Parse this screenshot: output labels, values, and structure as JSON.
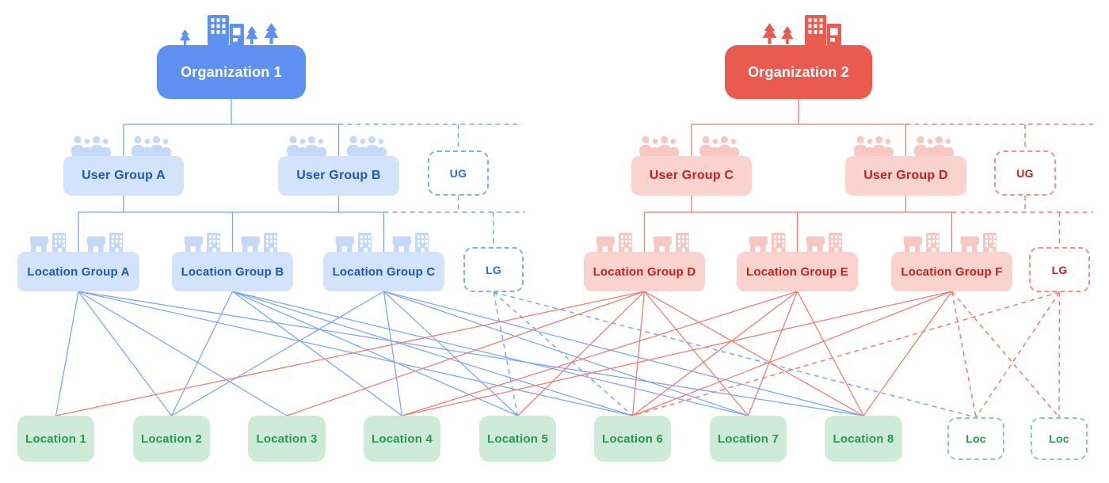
{
  "colors": {
    "blue_box": "#5d90f0",
    "blue_light": "#d3e3fc",
    "blue_text": "#185abc",
    "blue_line": "#7ba6f3",
    "blue_icon": "#c4d9fa",
    "red_box": "#e85b4e",
    "red_light": "#fad3ce",
    "red_text": "#c5221f",
    "red_line": "#ee7c70",
    "red_icon": "#f7c8c2",
    "green_box": "#ceead8",
    "green_text": "#28994f"
  },
  "nodes": [
    {
      "id": "org1",
      "label": "Organization 1",
      "theme": "blue",
      "kind": "org"
    },
    {
      "id": "ugA",
      "label": "User Group A",
      "theme": "blue",
      "kind": "group",
      "sub": "ug"
    },
    {
      "id": "ugB",
      "label": "User Group B",
      "theme": "blue",
      "kind": "group",
      "sub": "ug"
    },
    {
      "id": "ugDash1",
      "label": "UG",
      "theme": "blue",
      "kind": "dashed"
    },
    {
      "id": "lgA",
      "label": "Location Group A",
      "theme": "blue",
      "kind": "group",
      "sub": "lg"
    },
    {
      "id": "lgB",
      "label": "Location Group B",
      "theme": "blue",
      "kind": "group",
      "sub": "lg"
    },
    {
      "id": "lgC",
      "label": "Location Group C",
      "theme": "blue",
      "kind": "group",
      "sub": "lg"
    },
    {
      "id": "lgDash1",
      "label": "LG",
      "theme": "blue",
      "kind": "dashed"
    },
    {
      "id": "org2",
      "label": "Organization 2",
      "theme": "red",
      "kind": "org"
    },
    {
      "id": "ugC",
      "label": "User Group C",
      "theme": "red",
      "kind": "group",
      "sub": "ug"
    },
    {
      "id": "ugD",
      "label": "User Group D",
      "theme": "red",
      "kind": "group",
      "sub": "ug"
    },
    {
      "id": "ugDash2",
      "label": "UG",
      "theme": "red",
      "kind": "dashed"
    },
    {
      "id": "lgD",
      "label": "Location Group D",
      "theme": "red",
      "kind": "group",
      "sub": "lg"
    },
    {
      "id": "lgE",
      "label": "Location Group E",
      "theme": "red",
      "kind": "group",
      "sub": "lg"
    },
    {
      "id": "lgF",
      "label": "Location Group F",
      "theme": "red",
      "kind": "group",
      "sub": "lg"
    },
    {
      "id": "lgDash2",
      "label": "LG",
      "theme": "red",
      "kind": "dashed"
    },
    {
      "id": "loc1",
      "label": "Location 1",
      "theme": "green",
      "kind": "loc"
    },
    {
      "id": "loc2",
      "label": "Location 2",
      "theme": "green",
      "kind": "loc"
    },
    {
      "id": "loc3",
      "label": "Location 3",
      "theme": "green",
      "kind": "loc"
    },
    {
      "id": "loc4",
      "label": "Location 4",
      "theme": "green",
      "kind": "loc"
    },
    {
      "id": "loc5",
      "label": "Location 5",
      "theme": "green",
      "kind": "loc"
    },
    {
      "id": "loc6",
      "label": "Location 6",
      "theme": "green",
      "kind": "loc"
    },
    {
      "id": "loc7",
      "label": "Location 7",
      "theme": "green",
      "kind": "loc"
    },
    {
      "id": "loc8",
      "label": "Location 8",
      "theme": "green",
      "kind": "loc"
    },
    {
      "id": "locDash1",
      "label": "Loc",
      "theme": "green",
      "kind": "dashed"
    },
    {
      "id": "locDash2",
      "label": "Loc",
      "theme": "green",
      "kind": "dashed"
    }
  ],
  "hierarchy": [
    {
      "parents": [
        "org1"
      ],
      "dashed_parents": [],
      "children": [
        "ugA",
        "ugB"
      ],
      "dashed_children": [
        "ugDash1"
      ],
      "theme": "blue"
    },
    {
      "parents": [
        "ugA",
        "ugB"
      ],
      "dashed_parents": [
        "ugDash1"
      ],
      "children": [
        "lgA",
        "lgB",
        "lgC"
      ],
      "dashed_children": [
        "lgDash1"
      ],
      "theme": "blue"
    },
    {
      "parents": [
        "org2"
      ],
      "dashed_parents": [],
      "children": [
        "ugC",
        "ugD"
      ],
      "dashed_children": [
        "ugDash2"
      ],
      "theme": "red"
    },
    {
      "parents": [
        "ugC",
        "ugD"
      ],
      "dashed_parents": [
        "ugDash2"
      ],
      "children": [
        "lgD",
        "lgE",
        "lgF"
      ],
      "dashed_children": [
        "lgDash2"
      ],
      "theme": "red"
    }
  ],
  "assignments": [
    {
      "from": "lgA",
      "to": "loc1"
    },
    {
      "from": "lgA",
      "to": "loc2"
    },
    {
      "from": "lgA",
      "to": "loc3"
    },
    {
      "from": "lgA",
      "to": "loc6"
    },
    {
      "from": "lgA",
      "to": "loc8"
    },
    {
      "from": "lgB",
      "to": "loc2"
    },
    {
      "from": "lgB",
      "to": "loc4"
    },
    {
      "from": "lgB",
      "to": "loc5"
    },
    {
      "from": "lgB",
      "to": "loc6"
    },
    {
      "from": "lgB",
      "to": "loc7"
    },
    {
      "from": "lgC",
      "to": "loc2"
    },
    {
      "from": "lgC",
      "to": "loc4"
    },
    {
      "from": "lgC",
      "to": "loc5"
    },
    {
      "from": "lgC",
      "to": "loc7"
    },
    {
      "from": "lgC",
      "to": "loc8"
    },
    {
      "from": "lgDash1",
      "to": "loc5",
      "dashed": true
    },
    {
      "from": "lgDash1",
      "to": "loc6",
      "dashed": true
    },
    {
      "from": "lgDash1",
      "to": "locDash1",
      "dashed": true
    },
    {
      "from": "lgD",
      "to": "loc1"
    },
    {
      "from": "lgD",
      "to": "loc3"
    },
    {
      "from": "lgD",
      "to": "loc5"
    },
    {
      "from": "lgD",
      "to": "loc6"
    },
    {
      "from": "lgD",
      "to": "loc7"
    },
    {
      "from": "lgD",
      "to": "loc8"
    },
    {
      "from": "lgE",
      "to": "loc4"
    },
    {
      "from": "lgE",
      "to": "loc6"
    },
    {
      "from": "lgE",
      "to": "loc7"
    },
    {
      "from": "lgE",
      "to": "loc8"
    },
    {
      "from": "lgF",
      "to": "loc4"
    },
    {
      "from": "lgF",
      "to": "loc6"
    },
    {
      "from": "lgF",
      "to": "loc8"
    },
    {
      "from": "lgF",
      "to": "locDash1",
      "dashed": true
    },
    {
      "from": "lgF",
      "to": "locDash2",
      "dashed": true
    },
    {
      "from": "lgDash2",
      "to": "loc6",
      "dashed": true
    },
    {
      "from": "lgDash2",
      "to": "locDash1",
      "dashed": true
    },
    {
      "from": "lgDash2",
      "to": "locDash2",
      "dashed": true
    }
  ]
}
